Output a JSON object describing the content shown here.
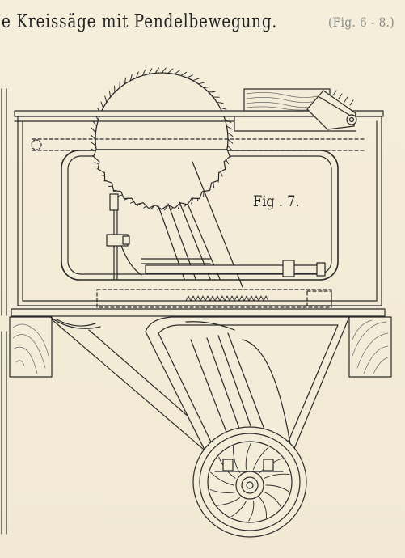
{
  "page": {
    "title": "e Kreissäge mit Pendelbewegung.",
    "figure_ref": "(Fig. 6 - 8.)"
  },
  "figure": {
    "label": "Fig . 7."
  },
  "colors": {
    "paper": "#f3ecd8",
    "ink": "#2a2a2a",
    "wood_grain": "#6a6a6a"
  }
}
